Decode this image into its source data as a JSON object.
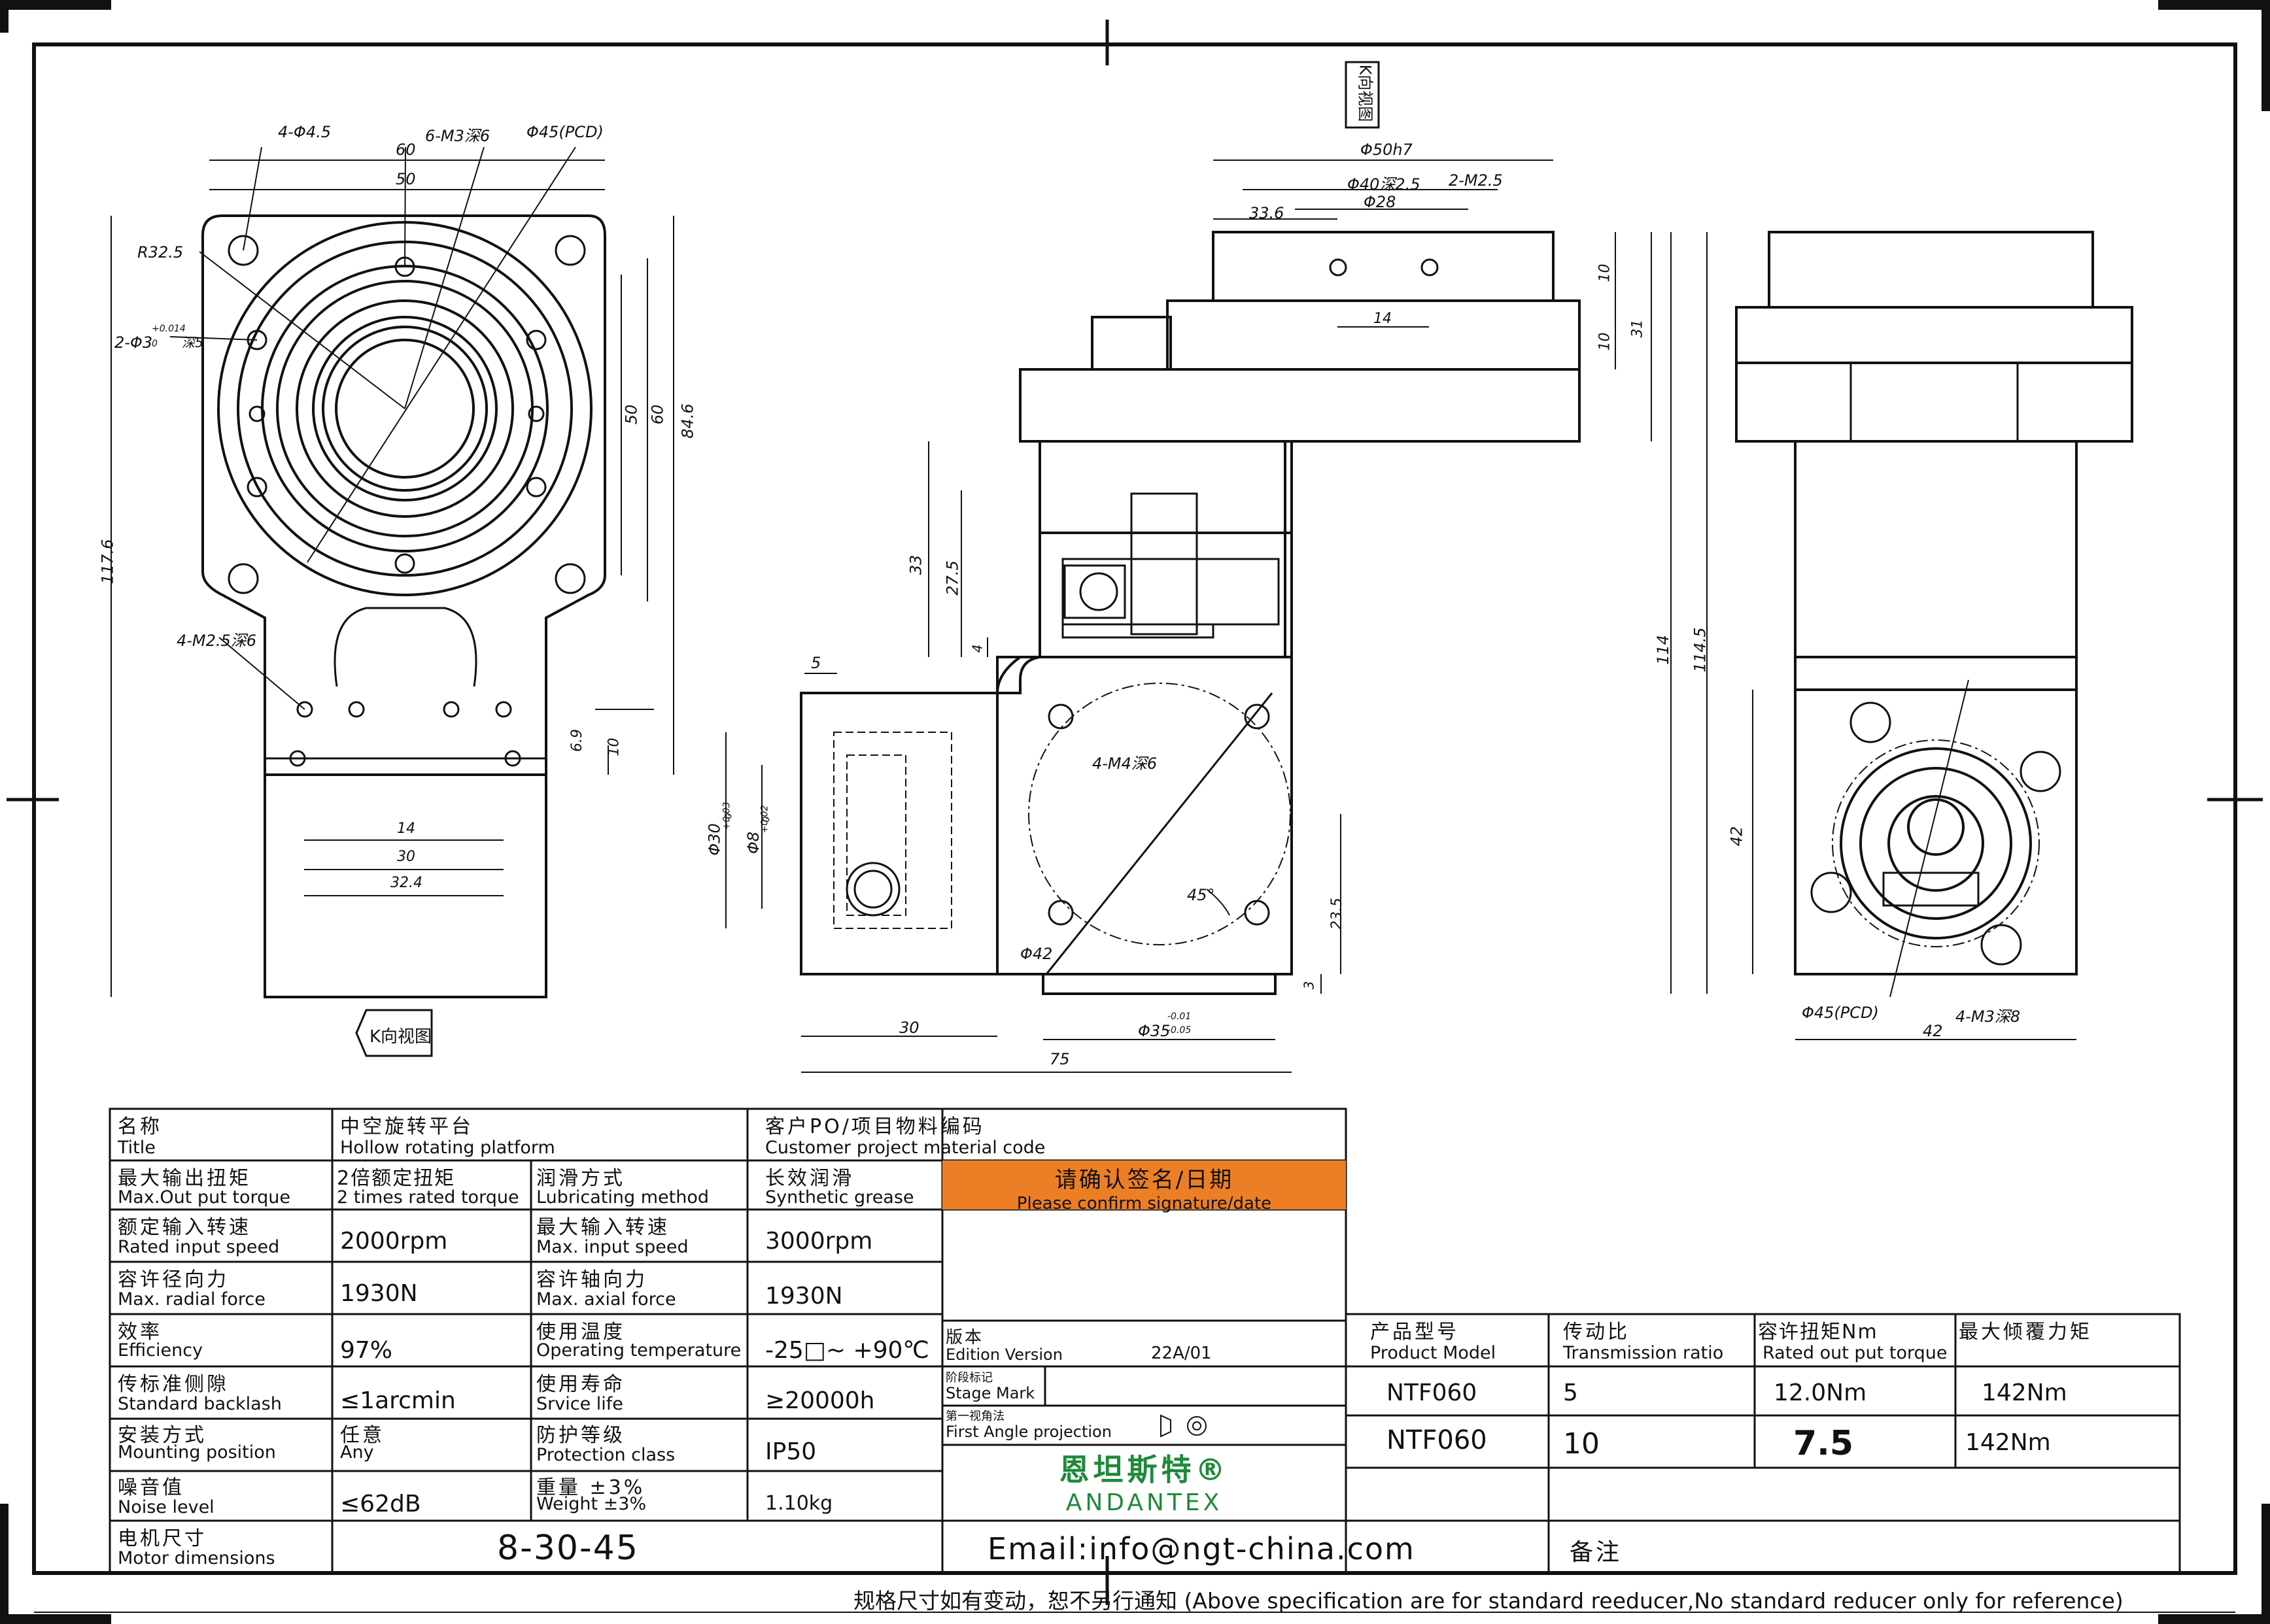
{
  "views": {
    "k_view_top": "K向视图",
    "k_view_left": "K向视图"
  },
  "dims": {
    "left": [
      "4-Φ4.5",
      "6-M3深6",
      "Φ45(PCD)",
      "60",
      "50",
      "R32.5",
      "2-Φ3",
      "+0.014",
      "0",
      "深5",
      "50",
      "60",
      "84.6",
      "117.6",
      "4-M2.5深6",
      "6.9",
      "10",
      "14",
      "30",
      "32.4"
    ],
    "middle": [
      "Φ50h7",
      "Φ40深2.5",
      "2-M2.5",
      "33.6",
      "Φ28",
      "10",
      "10",
      "31",
      "14",
      "33",
      "27.5",
      "4",
      "114",
      "114.5",
      "5",
      "Φ30",
      "+0.03",
      "0",
      "Φ8",
      "+0.02",
      "0",
      "4-M4深6",
      "45°",
      "23.5",
      "Φ42",
      "3",
      "30",
      "Φ35",
      "-0.01",
      "-0.05",
      "75"
    ],
    "right": [
      "42",
      "Φ45(PCD)",
      "4-M3深8",
      "42"
    ]
  },
  "title_block": {
    "title_cn": "名称",
    "title_en": "Title",
    "title_val_cn": "中空旋转平台",
    "title_val_en": "Hollow rotating platform",
    "po_cn": "客户PO/项目物料编码",
    "po_en": "Customer project material code",
    "max_out_cn": "最大输出扭矩",
    "max_out_en": "Max.Out put torque",
    "max_out_val_cn": "2倍额定扭矩",
    "max_out_val_en": "2 times rated torque",
    "lub_cn": "润滑方式",
    "lub_en": "Lubricating method",
    "lub_val_cn": "长效润滑",
    "lub_val_en": "Synthetic grease",
    "confirm_cn": "请确认签名/日期",
    "confirm_en": "Please confirm signature/date",
    "rated_in_cn": "额定输入转速",
    "rated_in_en": "Rated input speed",
    "rated_in_val": "2000rpm",
    "max_in_cn": "最大输入转速",
    "max_in_en": "Max. input speed",
    "max_in_val": "3000rpm",
    "radial_cn": "容许径向力",
    "radial_en": "Max. radial force",
    "radial_val": "1930N",
    "axial_cn": "容许轴向力",
    "axial_en": "Max. axial force",
    "axial_val": "1930N",
    "eff_cn": "效率",
    "eff_en": "Efficiency",
    "eff_val": "97%",
    "temp_cn": "使用温度",
    "temp_en": "Operating temperature",
    "temp_val": "-25□~ +90℃",
    "backlash_cn": "传标准侧隙",
    "backlash_en": "Standard backlash",
    "backlash_val": "≤1arcmin",
    "life_cn": "使用寿命",
    "life_en": "Srvice life",
    "life_val": "≥20000h",
    "mount_cn": "安装方式",
    "mount_en": "Mounting position",
    "mount_val_cn": "任意",
    "mount_val_en": "Any",
    "prot_cn": "防护等级",
    "prot_en": "Protection class",
    "prot_val": "IP50",
    "noise_cn": "噪音值",
    "noise_en": "Noise level",
    "noise_val": "≤62dB",
    "weight_cn": "重量 ±3%",
    "weight_en": "Weight ±3%",
    "weight_val": "1.10kg",
    "motor_cn": "电机尺寸",
    "motor_en": "Motor dimensions",
    "motor_val": "8-30-45",
    "version_cn": "版本",
    "version_en": "Edition Version",
    "version_val": "22A/01",
    "stage_cn": "阶段标记",
    "stage_en": "Stage Mark",
    "proj_cn": "第一视角法",
    "proj_en": "First Angle projection",
    "logo_cn": "恩坦斯特®",
    "logo_en": "ANDANTEX",
    "email": "Email:info@ngt-china.com",
    "model_cn": "产品型号",
    "model_en": "Product Model",
    "ratio_cn": "传动比",
    "ratio_en": "Transmission ratio",
    "torque_cn": "容许扭矩Nm",
    "torque_en": "Rated out put torque",
    "tilt_cn": "最大倾覆力矩",
    "row1": {
      "model": "NTF060",
      "ratio": "5",
      "torque": "12.0Nm",
      "tilt": "142Nm"
    },
    "row2": {
      "model": "NTF060",
      "ratio": "10",
      "torque": "7.5",
      "tilt": "142Nm"
    },
    "remark_cn": "备注"
  },
  "footer_note": "规格尺寸如有变动，恕不另行通知   (Above specification are for standard reeducer,No standard reducer only for reference)"
}
